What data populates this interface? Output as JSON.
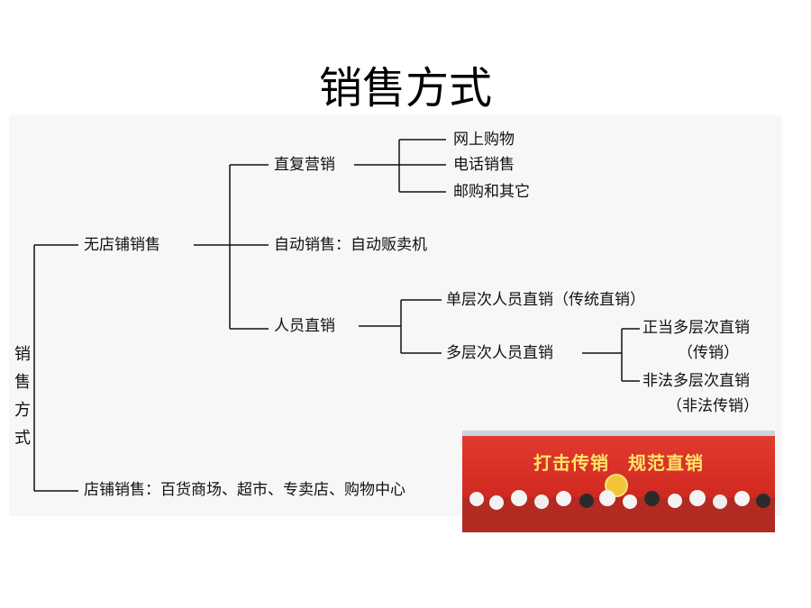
{
  "title": "销售方式",
  "side_label": [
    "销",
    "售",
    "方",
    "式"
  ],
  "nodes": {
    "no_store": "无店铺销售",
    "direct_marketing": "直复营销",
    "online": "网上购物",
    "phone": "电话销售",
    "mail": "邮购和其它",
    "vending": "自动销售：自动贩卖机",
    "personal_direct": "人员直销",
    "single_level": "单层次人员直销（传统直销）",
    "multi_level": "多层次人员直销",
    "legit_multi": "正当多层次直销",
    "legit_multi_note": "（传销）",
    "illegal_multi": "非法多层次直销",
    "illegal_multi_note": "（非法传销）",
    "store": "店铺销售：百货商场、超市、专卖店、购物中心"
  },
  "photo": {
    "banner": "打击传销　规范直销"
  }
}
